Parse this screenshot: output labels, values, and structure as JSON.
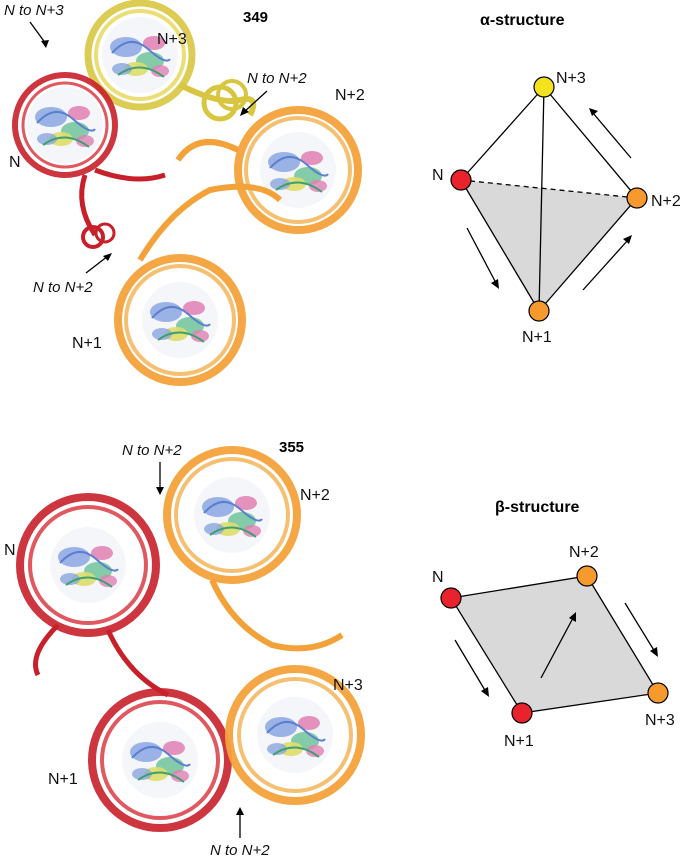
{
  "top": {
    "id_label": "349",
    "nuc_labels": {
      "n3": "N+3",
      "n2": "N+2",
      "n": "N",
      "n1": "N+1"
    },
    "arrows": {
      "a1": "N to N+3",
      "a2": "N to N+2",
      "a3": "N to N+2"
    }
  },
  "bottom": {
    "id_label": "355",
    "nuc_labels": {
      "n": "N",
      "n2": "N+2",
      "n3": "N+3",
      "n1": "N+1"
    },
    "arrows": {
      "a1": "N to N+2",
      "a2": "N to N+2"
    }
  },
  "alpha": {
    "title": "α-structure",
    "nodes": {
      "n3": "N+3",
      "n": "N",
      "n2": "N+2",
      "n1": "N+1"
    }
  },
  "beta": {
    "title": "β-structure",
    "nodes": {
      "n": "N",
      "n2": "N+2",
      "n3": "N+3",
      "n1": "N+1"
    }
  },
  "colors": {
    "red": "#e8232b",
    "orange": "#f79a2e",
    "yellow": "#f3e21c",
    "gray": "#d9d9d9",
    "red_ribbon": "#c8202a",
    "orange_ribbon": "#f3a23a",
    "yellow_ribbon": "#d8c640",
    "core_blue": "#8aa6e0",
    "core_green": "#6fc39a",
    "core_yellow": "#dede6a",
    "core_pink": "#e07fb2"
  }
}
